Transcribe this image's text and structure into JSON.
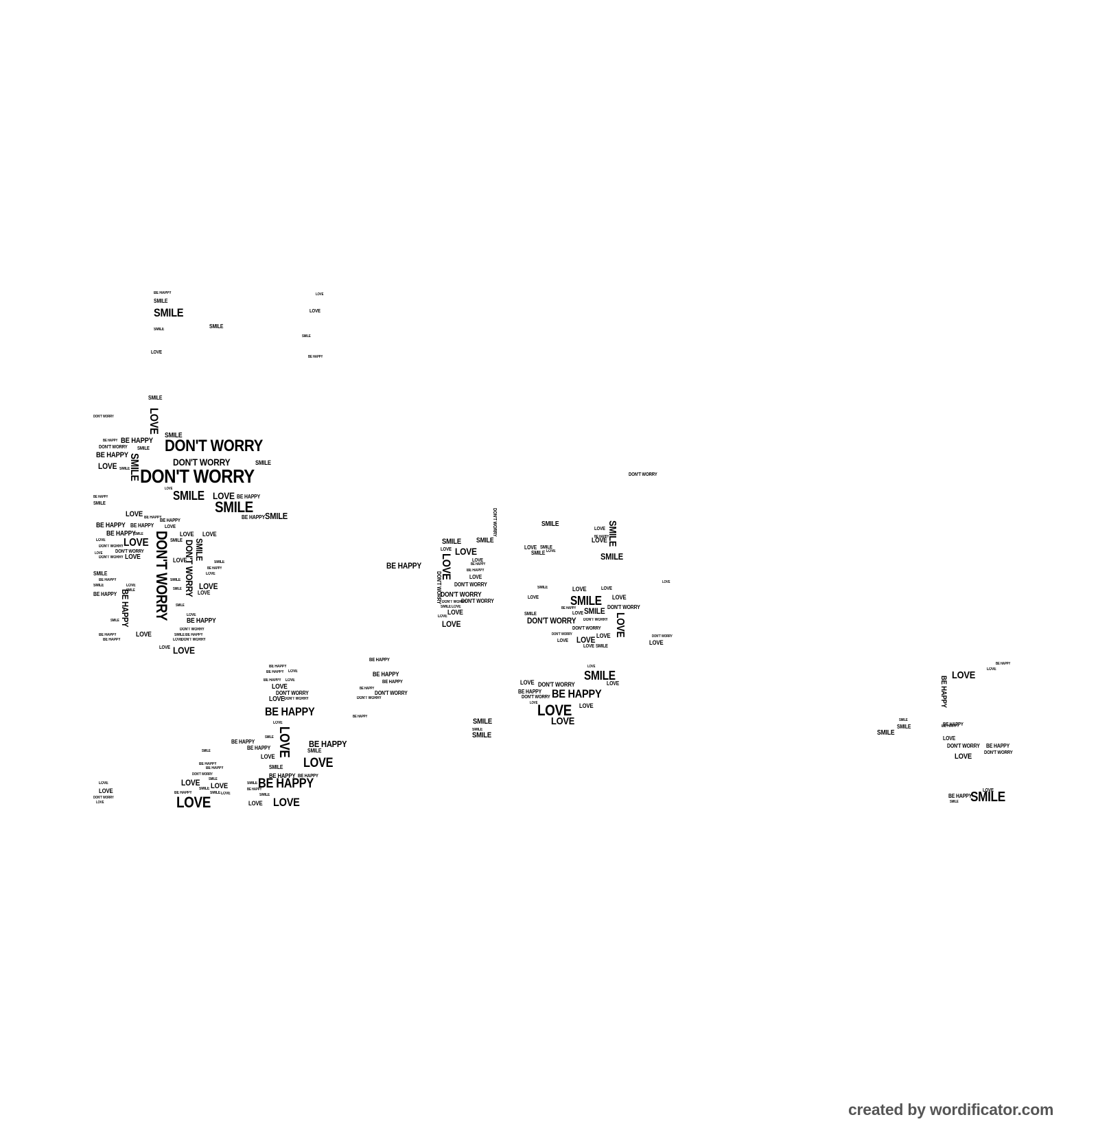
{
  "words": {
    "love": "LOVE",
    "smile": "SMILE",
    "be_happy": "BE HAPPY",
    "dont_worry": "DON'T WORRY"
  },
  "credit": "created by wordificator.com",
  "colors": {
    "text": "#000000",
    "credit": "#555555",
    "background": "#ffffff"
  }
}
